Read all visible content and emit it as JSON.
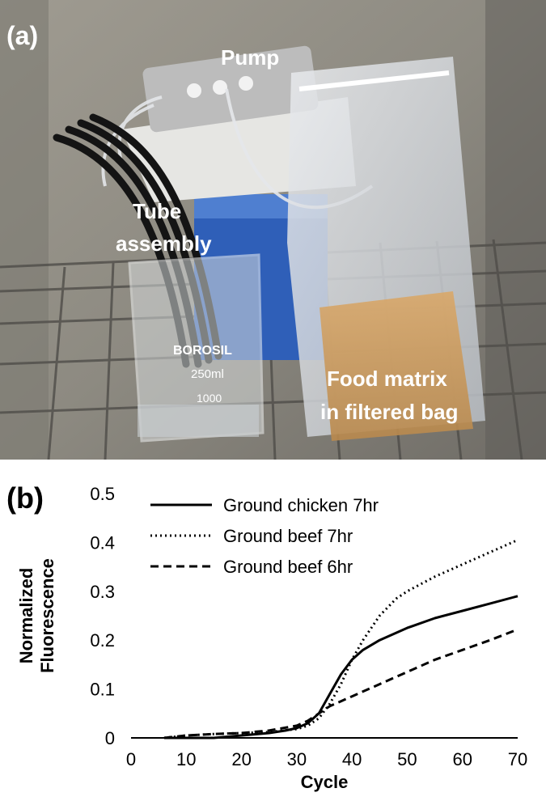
{
  "figure": {
    "panel_a": {
      "label": "(a)",
      "annotations": {
        "pump": "Pump",
        "tube_line1": "Tube",
        "tube_line2": "assembly",
        "food_line1": "Food matrix",
        "food_line2": "in filtered bag"
      },
      "beaker_text": {
        "brand": "BOROSIL",
        "volume": "250ml",
        "mark": "1000"
      }
    },
    "panel_b": {
      "label": "(b)"
    }
  },
  "chart_data": {
    "type": "line",
    "title": "",
    "xlabel": "Cycle",
    "ylabel_line1": "Normalized",
    "ylabel_line2": "Fluorescence",
    "xlim": [
      0,
      70
    ],
    "ylim": [
      0,
      0.5
    ],
    "xticks": [
      "0",
      "10",
      "20",
      "30",
      "40",
      "50",
      "60",
      "70"
    ],
    "yticks": [
      "0",
      "0.1",
      "0.2",
      "0.3",
      "0.4",
      "0.5"
    ],
    "grid": false,
    "legend_position": "top-left",
    "series": [
      {
        "name": "Ground chicken 7hr",
        "style": "solid",
        "color": "#000000",
        "x": [
          6,
          10,
          15,
          20,
          25,
          28,
          30,
          32,
          34,
          36,
          38,
          40,
          42,
          45,
          50,
          55,
          60,
          65,
          70
        ],
        "y": [
          0,
          0,
          0,
          0.005,
          0.01,
          0.015,
          0.02,
          0.03,
          0.05,
          0.09,
          0.13,
          0.16,
          0.18,
          0.2,
          0.225,
          0.245,
          0.26,
          0.275,
          0.29
        ]
      },
      {
        "name": "Ground beef 7hr",
        "style": "dotted",
        "color": "#000000",
        "x": [
          6,
          10,
          15,
          20,
          25,
          30,
          32,
          34,
          36,
          38,
          40,
          42,
          45,
          48,
          50,
          55,
          60,
          65,
          70
        ],
        "y": [
          0,
          0.005,
          0.008,
          0.01,
          0.012,
          0.018,
          0.025,
          0.04,
          0.07,
          0.11,
          0.16,
          0.2,
          0.25,
          0.285,
          0.3,
          0.33,
          0.355,
          0.38,
          0.405
        ]
      },
      {
        "name": "Ground beef 6hr",
        "style": "dashed",
        "color": "#000000",
        "x": [
          6,
          10,
          15,
          20,
          25,
          30,
          32,
          34,
          36,
          38,
          40,
          45,
          50,
          55,
          60,
          65,
          70
        ],
        "y": [
          0,
          0.005,
          0.008,
          0.01,
          0.015,
          0.025,
          0.035,
          0.05,
          0.065,
          0.075,
          0.085,
          0.11,
          0.135,
          0.16,
          0.18,
          0.2,
          0.222
        ]
      }
    ]
  }
}
